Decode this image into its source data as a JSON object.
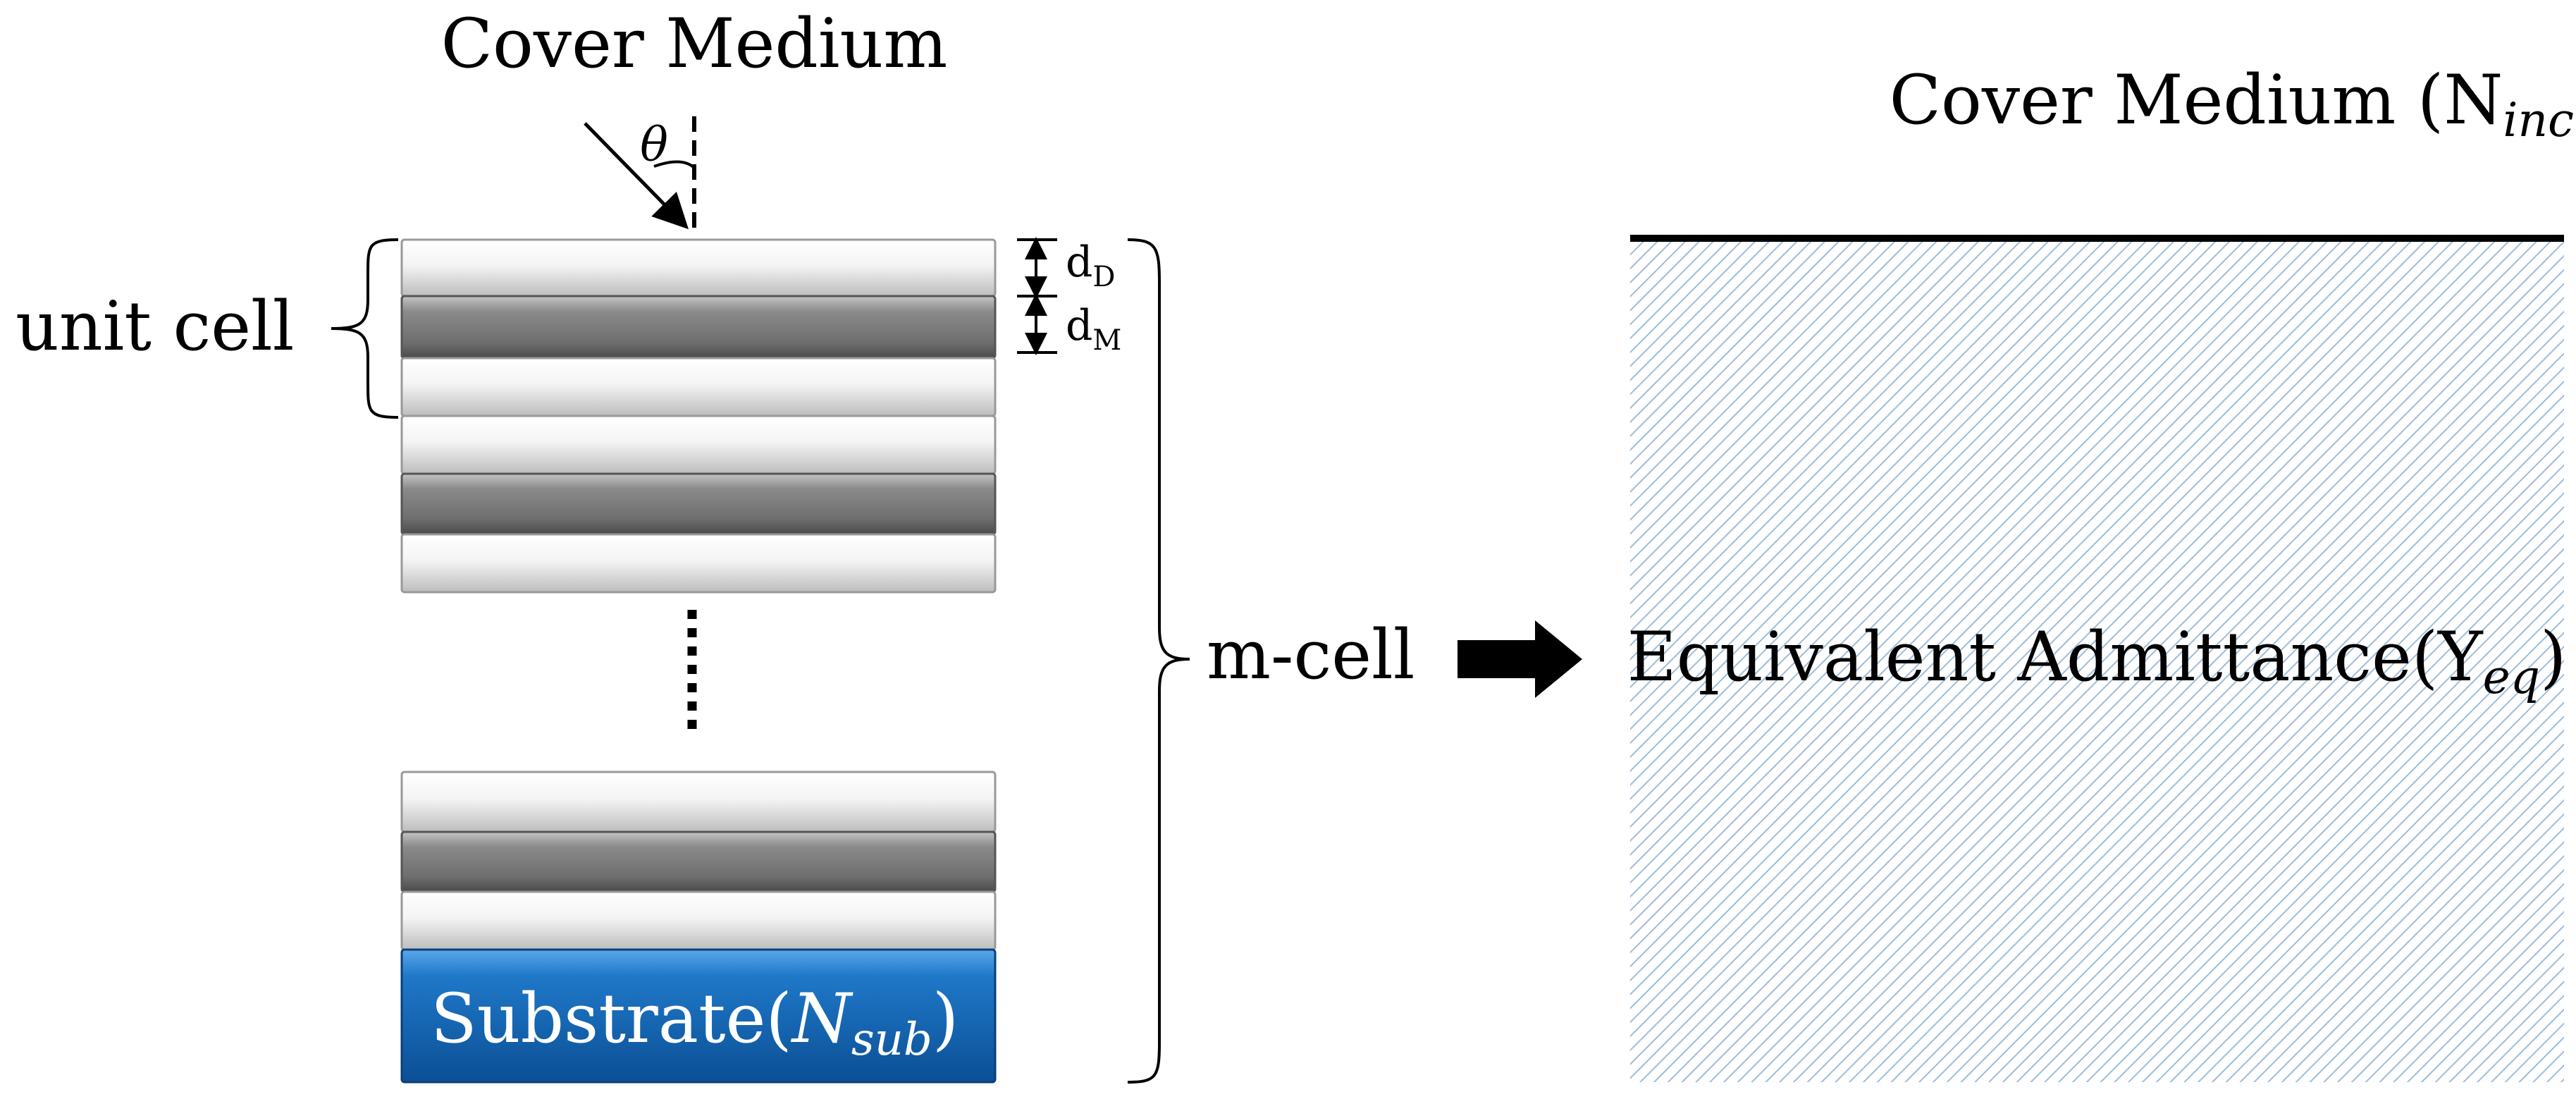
{
  "left_panel": {
    "top_label": "Cover Medium",
    "angle_symbol": "θ",
    "unit_cell_label": "unit cell",
    "d_dielectric": {
      "base": "d",
      "sub": "D"
    },
    "d_metal": {
      "base": "d",
      "sub": "M"
    },
    "m_cell_label": "m-cell",
    "substrate": {
      "prefix": "Substrate(",
      "symbol": "N",
      "sub": "sub",
      "suffix": ")"
    }
  },
  "right_panel": {
    "top_label": {
      "prefix": "Cover Medium (N",
      "sub": "inc",
      "suffix": ")"
    },
    "center_label": {
      "prefix": "Equivalent Admittance(Y",
      "sub": "eq",
      "suffix": ")"
    }
  },
  "colors": {
    "dielectric_layer": "#f2f2f2",
    "metal_layer": "#808080",
    "substrate": "#1f78c8",
    "hatch_line": "#9fbcd8",
    "ink": "#000000"
  },
  "icons": [
    "arrow-right-icon",
    "curly-brace-icon",
    "dashed-normal-line-icon",
    "dotted-ellipsis-icon"
  ]
}
